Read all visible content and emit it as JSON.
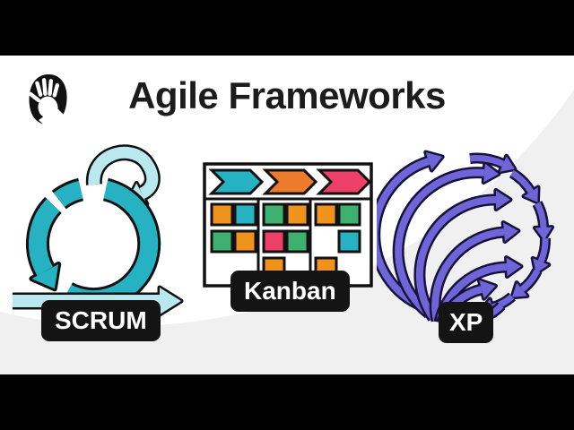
{
  "video": {
    "title": "Agile Frameworks"
  },
  "frameworks": [
    {
      "label": "SCRUM"
    },
    {
      "label": "Kanban"
    },
    {
      "label": "XP"
    }
  ],
  "icons": {
    "logo": "hand-icon",
    "scrum": "scrum-cycle-icon",
    "kanban": "kanban-board-icon",
    "xp": "xp-arrows-icon"
  },
  "colors": {
    "bar_black": "#000000",
    "bg_gray": "#f0f0f0",
    "white": "#ffffff",
    "title_ink": "#1c1c1c",
    "ink": "#111111",
    "label_bg": "#141414",
    "label_text": "#ffffff",
    "teal": "#26b2c3",
    "light_cyan": "#b9e9ef",
    "orange": "#f0931d",
    "orange_deep": "#ee7a2b",
    "pink": "#ee3f68",
    "green": "#3eb170",
    "purple": "#7065d8",
    "purple_ink": "#17123a"
  },
  "kanban": {
    "header_arrow_colors": [
      "teal",
      "orange_deep",
      "pink"
    ],
    "columns": [
      {
        "cards": [
          [
            "orange",
            "teal"
          ],
          [
            "green",
            "orange"
          ]
        ]
      },
      {
        "cards": [
          [
            "green",
            "orange"
          ],
          [
            "pink",
            "green"
          ],
          [
            "orange",
            null
          ]
        ]
      },
      {
        "cards": [
          [
            "orange",
            "green"
          ],
          [
            null,
            "teal"
          ],
          [
            "orange",
            null
          ]
        ]
      }
    ]
  }
}
